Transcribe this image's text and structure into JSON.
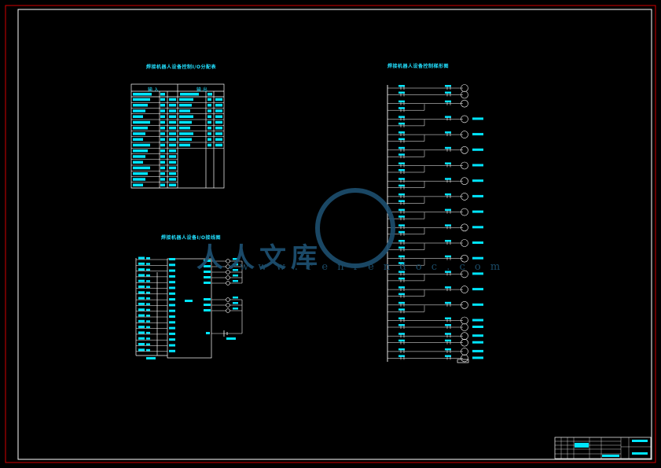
{
  "titles": {
    "io_table": "焊接机器人设备控制I/O分配表",
    "io_wiring": "焊接机器人设备I/O接线图",
    "ladder": "焊接机器人设备控制梯形图"
  },
  "io_table": {
    "header_input": "输 入",
    "header_output": "输 出"
  },
  "watermark": {
    "text": "人人文库",
    "url": "w w w . r e n r e n d o c . c o m"
  },
  "colors": {
    "frame": "#d40000",
    "inner_frame": "#ffffff",
    "line": "#00e5ff",
    "wire": "#ffffff",
    "watermark": "#1d4f6f"
  }
}
